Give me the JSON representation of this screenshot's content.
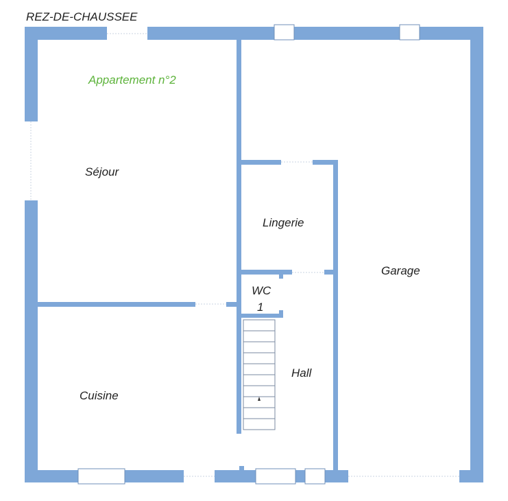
{
  "plan": {
    "title": "REZ-DE-CHAUSSEE",
    "apartment_label": "Appartement n°2",
    "rooms": {
      "sejour": "Séjour",
      "cuisine": "Cuisine",
      "lingerie": "Lingerie",
      "wc_line1": "WC",
      "wc_line2": "1",
      "hall": "Hall",
      "garage": "Garage"
    }
  },
  "colors": {
    "wall": "#7ea7d8",
    "apartment_label": "#5db33b",
    "text": "#222222"
  }
}
